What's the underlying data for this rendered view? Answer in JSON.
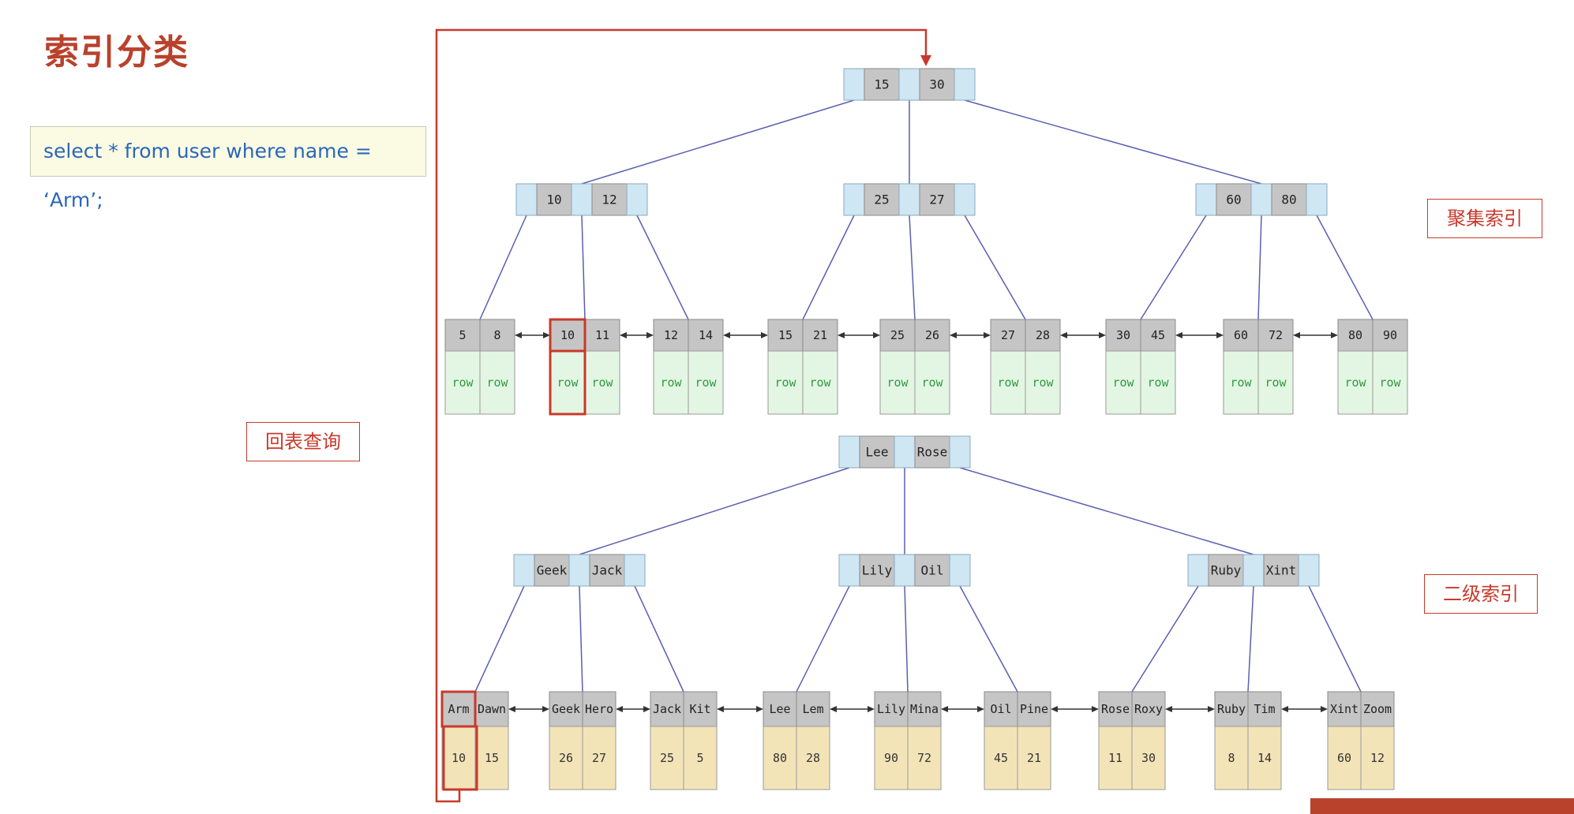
{
  "title": "索引分类",
  "sql": "select * from user where name = ‘Arm’;",
  "labels": {
    "clustered": "聚集索引",
    "secondary": "二级索引",
    "lookup": "回表查询"
  },
  "clustered_index": {
    "root": [
      "15",
      "30"
    ],
    "internal": [
      [
        "10",
        "12"
      ],
      [
        "25",
        "27"
      ],
      [
        "60",
        "80"
      ]
    ],
    "leaves": [
      {
        "keys": [
          "5",
          "8"
        ],
        "vals": [
          "row",
          "row"
        ]
      },
      {
        "keys": [
          "10",
          "11"
        ],
        "vals": [
          "row",
          "row"
        ]
      },
      {
        "keys": [
          "12",
          "14"
        ],
        "vals": [
          "row",
          "row"
        ]
      },
      {
        "keys": [
          "15",
          "21"
        ],
        "vals": [
          "row",
          "row"
        ]
      },
      {
        "keys": [
          "25",
          "26"
        ],
        "vals": [
          "row",
          "row"
        ]
      },
      {
        "keys": [
          "27",
          "28"
        ],
        "vals": [
          "row",
          "row"
        ]
      },
      {
        "keys": [
          "30",
          "45"
        ],
        "vals": [
          "row",
          "row"
        ]
      },
      {
        "keys": [
          "60",
          "72"
        ],
        "vals": [
          "row",
          "row"
        ]
      },
      {
        "keys": [
          "80",
          "90"
        ],
        "vals": [
          "row",
          "row"
        ]
      }
    ]
  },
  "secondary_index": {
    "root": [
      "Lee",
      "Rose"
    ],
    "internal": [
      [
        "Geek",
        "Jack"
      ],
      [
        "Lily",
        "Oil"
      ],
      [
        "Ruby",
        "Xint"
      ]
    ],
    "leaves": [
      {
        "keys": [
          "Arm",
          "Dawn"
        ],
        "vals": [
          "10",
          "15"
        ]
      },
      {
        "keys": [
          "Geek",
          "Hero"
        ],
        "vals": [
          "26",
          "27"
        ]
      },
      {
        "keys": [
          "Jack",
          "Kit"
        ],
        "vals": [
          "25",
          "5"
        ]
      },
      {
        "keys": [
          "Lee",
          "Lem"
        ],
        "vals": [
          "80",
          "28"
        ]
      },
      {
        "keys": [
          "Lily",
          "Mina"
        ],
        "vals": [
          "90",
          "72"
        ]
      },
      {
        "keys": [
          "Oil",
          "Pine"
        ],
        "vals": [
          "45",
          "21"
        ]
      },
      {
        "keys": [
          "Rose",
          "Roxy"
        ],
        "vals": [
          "11",
          "30"
        ]
      },
      {
        "keys": [
          "Ruby",
          "Tim"
        ],
        "vals": [
          "8",
          "14"
        ]
      },
      {
        "keys": [
          "Xint",
          "Zoom"
        ],
        "vals": [
          "60",
          "12"
        ]
      }
    ]
  },
  "colors": {
    "accent_red": "#c8392b",
    "title_red": "#b8422c",
    "sql_blue": "#2b67b8",
    "edge_blue": "#5a5fb0",
    "pointer_fill": "#cfe6f3",
    "key_fill": "#c5c5c5",
    "row_fill": "#e3f6e3",
    "row_text": "#2f9a3f",
    "value_fill": "#f3e4b8"
  }
}
